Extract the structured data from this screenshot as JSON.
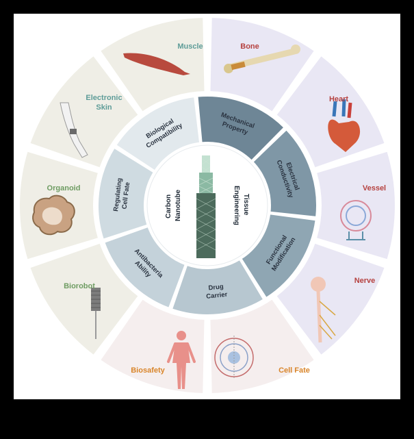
{
  "center": {
    "left_label": [
      "Carbon",
      "Nanotube"
    ],
    "right_label": [
      "Tissue",
      "Engineering"
    ]
  },
  "inner_ring": [
    {
      "id": "mechanical",
      "lines": [
        "Mechanical",
        "Property"
      ]
    },
    {
      "id": "electrical",
      "lines": [
        "Electrical",
        "Conductivity"
      ]
    },
    {
      "id": "functional",
      "lines": [
        "Functional",
        "Modification"
      ]
    },
    {
      "id": "drug",
      "lines": [
        "Drug",
        "Carrier"
      ]
    },
    {
      "id": "antibacteria",
      "lines": [
        "Antibacteria",
        "Ability"
      ]
    },
    {
      "id": "regulating",
      "lines": [
        "Regulating",
        "Cell Fate"
      ]
    },
    {
      "id": "biological",
      "lines": [
        "Biological",
        "Compatibility"
      ]
    }
  ],
  "outer_ring": [
    {
      "id": "bone",
      "label": "Bone",
      "icon": "bone-icon"
    },
    {
      "id": "heart",
      "label": "Heart",
      "icon": "heart-icon"
    },
    {
      "id": "vessel",
      "label": "Vessel",
      "icon": "vessel-icon"
    },
    {
      "id": "nerve",
      "label": "Nerve",
      "icon": "nerve-icon"
    },
    {
      "id": "cellfate",
      "label": "Cell Fate",
      "icon": "cell-fate-icon"
    },
    {
      "id": "biosafety",
      "label": "Biosafety",
      "icon": "human-body-icon"
    },
    {
      "id": "biorobot",
      "label": "Biorobot",
      "icon": "biorobot-icon"
    },
    {
      "id": "organoid",
      "label": "Organoid",
      "icon": "organoid-icon"
    },
    {
      "id": "eskin",
      "label": "Electronic Skin",
      "lines": [
        "Electronic",
        "Skin"
      ],
      "icon": "electronic-skin-icon"
    },
    {
      "id": "muscle",
      "label": "Muscle",
      "icon": "muscle-icon"
    }
  ],
  "colors": {
    "red_label": "#b5413f",
    "orange_label": "#d9852a",
    "green_label": "#6e9c62",
    "teal_label": "#5e9c98",
    "inner_dark": "#6e8696",
    "inner_light": "#c4d2da"
  }
}
